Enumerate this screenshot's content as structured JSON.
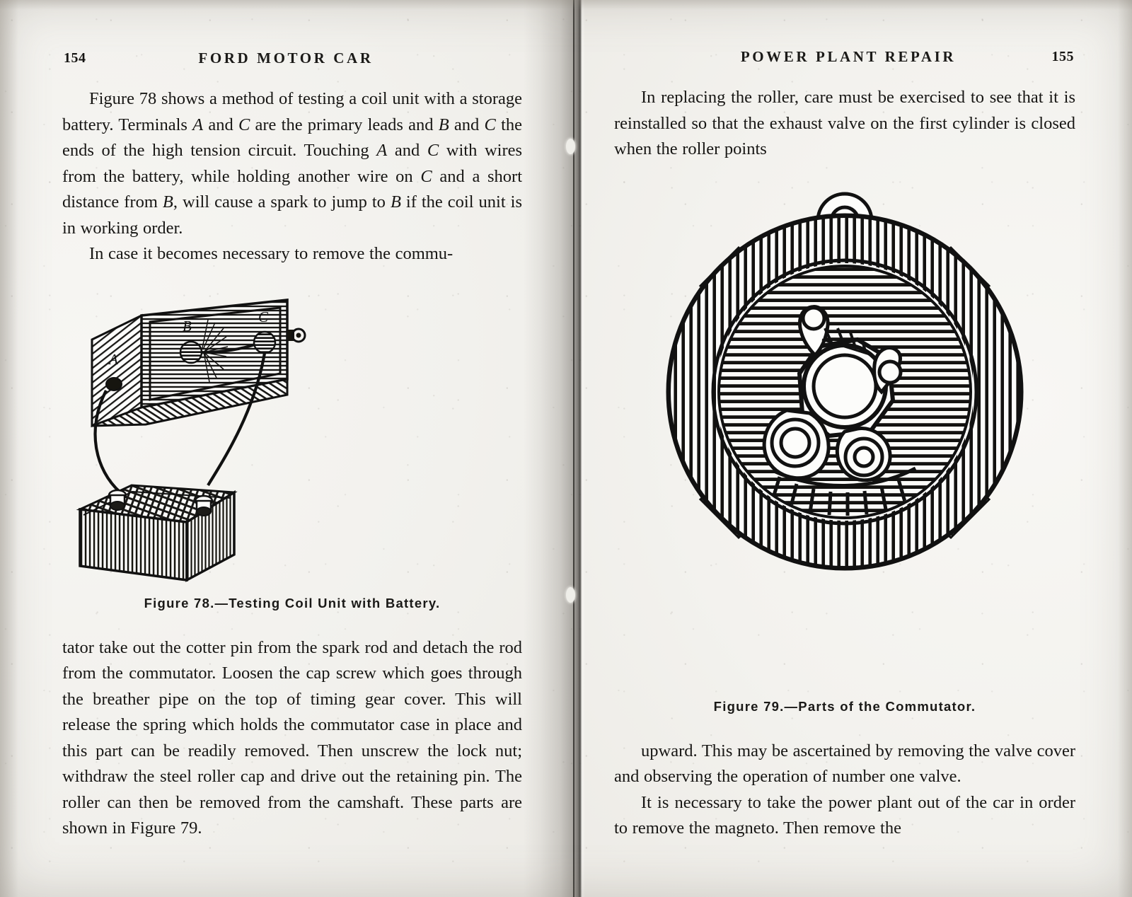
{
  "document": {
    "kind": "scanned-book-spread",
    "ink_color": "#121110",
    "paper_color": "#f3f2ee"
  },
  "left_page": {
    "folio": "154",
    "running_head": "FORD MOTOR CAR",
    "paragraphs_top": [
      "Figure 78 shows a method of testing a coil unit with a storage battery.  Terminals A and C are the primary leads and B and C the ends of the high tension circuit.  Touching A and C with wires from the battery, while holding another wire on C and a short distance from B, will cause a spark to jump to B if the coil unit is in working order.",
      "In case it becomes necessary to remove the commu-"
    ],
    "figure": {
      "caption": "Figure 78.—Testing Coil Unit with Battery.",
      "labels": [
        "A",
        "B",
        "C"
      ],
      "parts": [
        "coil-unit-box",
        "storage-battery",
        "test-wires",
        "spark-gap"
      ]
    },
    "paragraphs_bottom": [
      "tator take out the cotter pin from the spark rod and detach the rod from the commutator.  Loosen the cap screw which goes through the breather pipe on the top of timing gear cover.  This will release the spring which holds the commutator case in place and this part can be readily removed.  Then unscrew the lock nut; withdraw the steel roller cap and drive out the retaining pin.  The roller can then be removed from the camshaft.  These parts are shown in Figure 79."
    ]
  },
  "right_page": {
    "folio": "155",
    "running_head": "POWER PLANT REPAIR",
    "paragraphs_top": [
      "In replacing the roller, care must be exercised to see that it is reinstalled so that the exhaust valve on the first cylinder is closed when the roller points"
    ],
    "figure": {
      "caption": "Figure 79.—Parts of the Commutator.",
      "parts": [
        "commutator-case",
        "top-lug-eye",
        "roller",
        "roller-cap",
        "cotter-pin",
        "bolts"
      ]
    },
    "paragraphs_bottom": [
      "upward.  This may be ascertained by removing the valve cover and observing the operation of number one valve.",
      "It is necessary to take the power plant out of the car in order to remove the magneto.  Then remove the"
    ]
  }
}
